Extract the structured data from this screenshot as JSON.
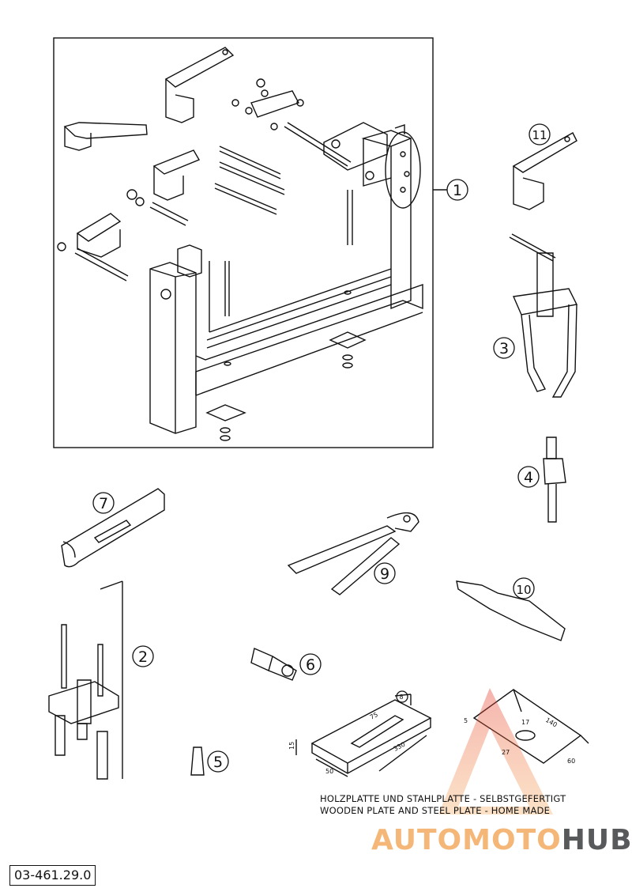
{
  "callouts": [
    "1",
    "2",
    "3",
    "4",
    "5",
    "6",
    "7",
    "8",
    "9",
    "10",
    "11"
  ],
  "dimensions": {
    "wood": [
      "8",
      "75",
      "15",
      "330",
      "50"
    ],
    "steel": [
      "140",
      "5",
      "17",
      "27",
      "60"
    ]
  },
  "caption": {
    "line1": "HOLZPLATTE UND STAHLPLATTE - SELBSTGEFERTIGT",
    "line2": "WOODEN PLATE AND STEEL PLATE - HOME MADE"
  },
  "watermark": {
    "part1": "AUTOMOTO",
    "part2": "HUB"
  },
  "part_number": "03-461.29.0",
  "colors": {
    "line": "#111111",
    "watermark_orange": "#f4b777",
    "watermark_red": "#e63a2e",
    "watermark_gray": "#58595b"
  }
}
